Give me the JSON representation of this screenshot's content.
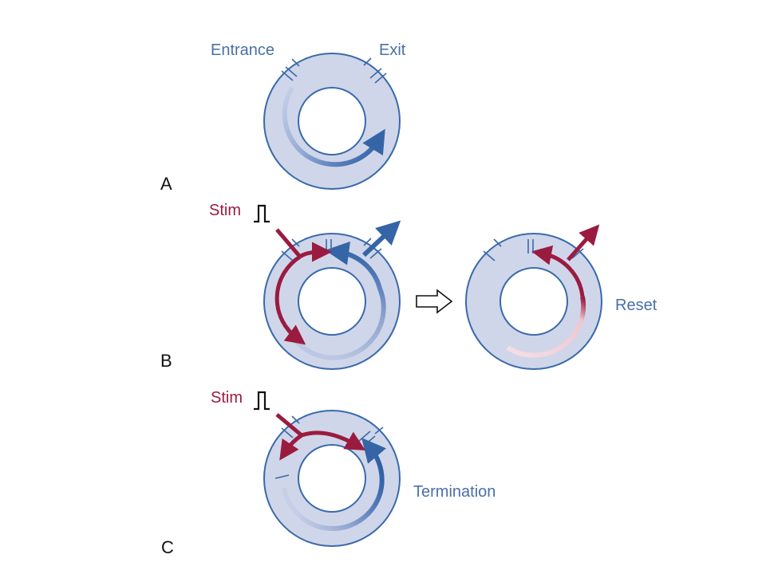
{
  "labels": {
    "entrance": "Entrance",
    "exit": "Exit",
    "panel_a": "A",
    "panel_b": "B",
    "panel_c": "C",
    "stim_b": "Stim",
    "stim_c": "Stim",
    "reset": "Reset",
    "termination": "Termination"
  },
  "colors": {
    "ring_fill": "#cfd6ea",
    "ring_stroke": "#3a6aaa",
    "wave_blue": "#3565a7",
    "wave_red": "#9b1b40",
    "wave_faded_red": "#f2d4dc",
    "text_blue": "#4a6fa8",
    "text_red": "#9b1b40"
  },
  "icons": [
    "stimulus-pulse-icon",
    "hollow-right-arrow-icon"
  ]
}
